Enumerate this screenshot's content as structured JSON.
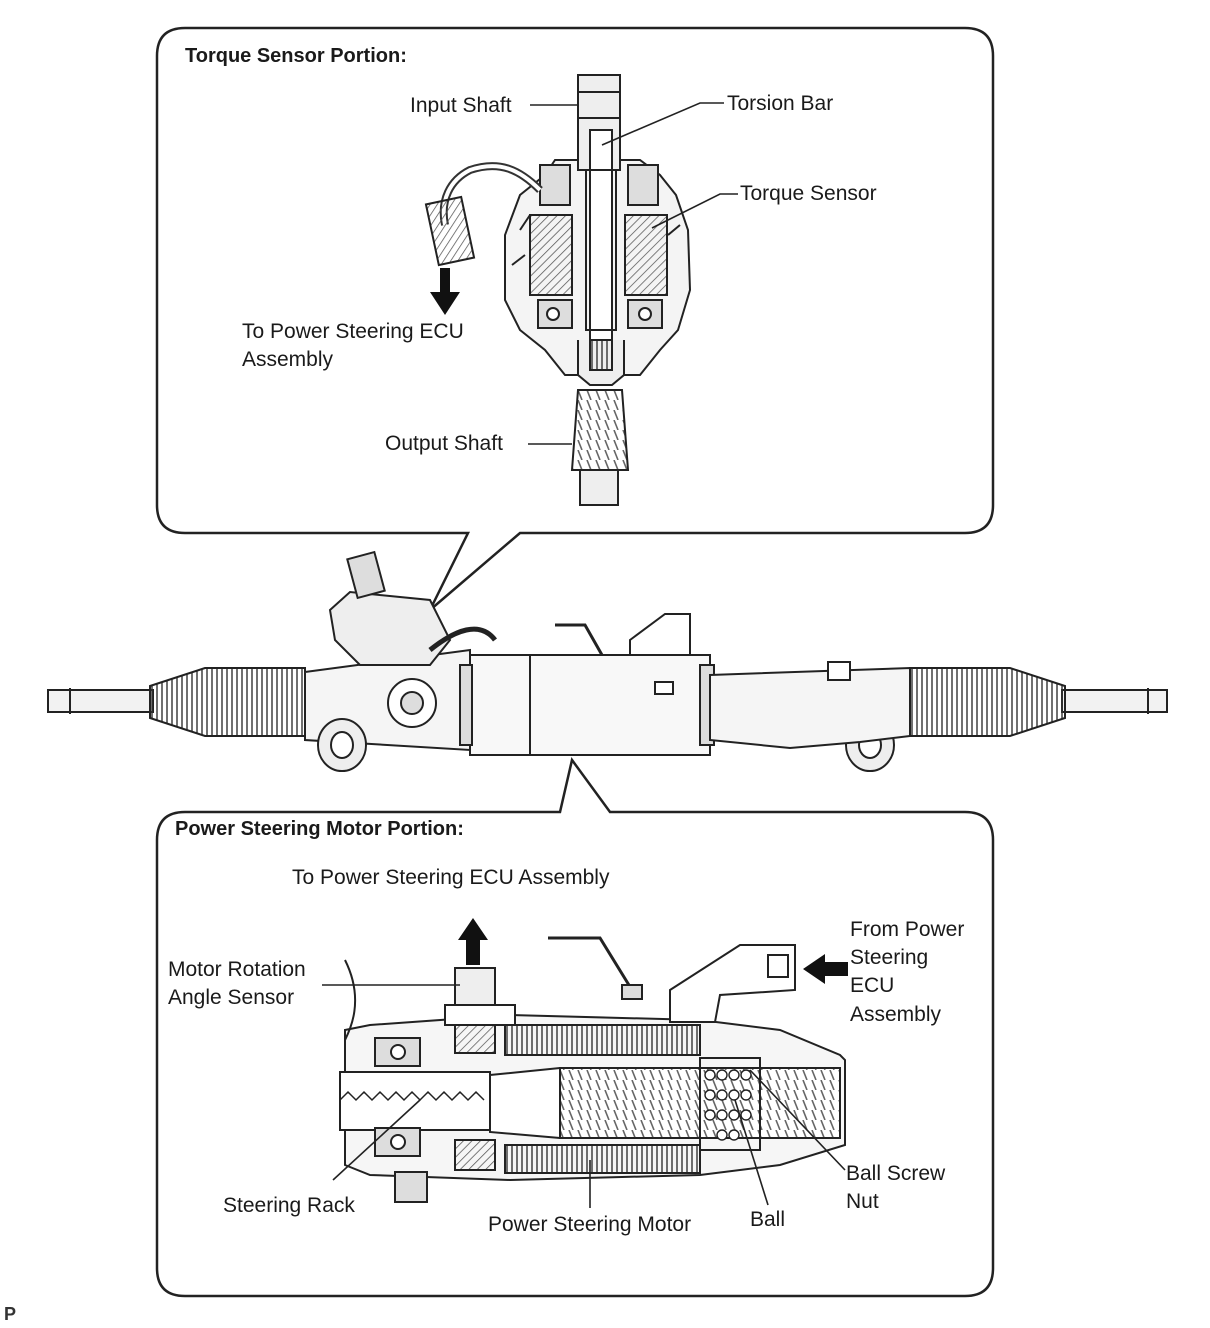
{
  "top_panel": {
    "heading": "Torque Sensor Portion:",
    "labels": {
      "input_shaft": "Input Shaft",
      "torsion_bar": "Torsion Bar",
      "torque_sensor": "Torque Sensor",
      "to_ecu_line1": "To Power Steering ECU",
      "to_ecu_line2": "Assembly",
      "output_shaft": "Output Shaft"
    }
  },
  "bottom_panel": {
    "heading": "Power Steering Motor Portion:",
    "labels": {
      "to_ecu": "To Power Steering ECU Assembly",
      "motor_rotation_line1": "Motor Rotation",
      "motor_rotation_line2": "Angle Sensor",
      "from_ecu_line1": "From Power",
      "from_ecu_line2": "Steering",
      "from_ecu_line3": "ECU",
      "from_ecu_line4": "Assembly",
      "steering_rack": "Steering Rack",
      "power_steering_motor": "Power Steering Motor",
      "ball": "Ball",
      "ball_screw_nut_line1": "Ball Screw",
      "ball_screw_nut_line2": "Nut"
    }
  },
  "corner_tag": "P"
}
